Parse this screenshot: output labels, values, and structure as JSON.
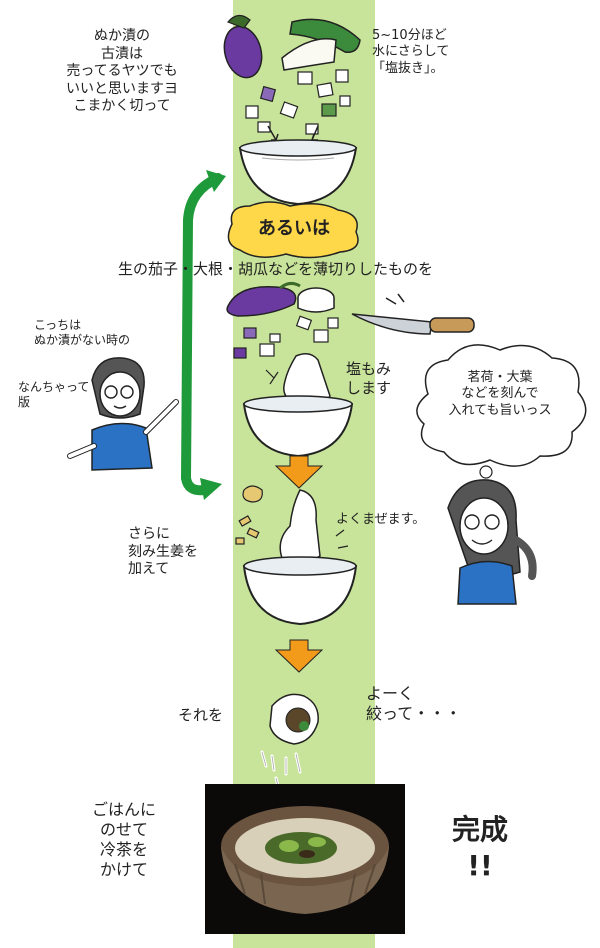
{
  "left_note_top": "ぬか漬の\n古漬は\n売ってるヤツでも\nいいと思いますヨ\nこまかく切って",
  "right_note_top": "5~10分ほど\n水にさらして\n「塩抜き」。",
  "arui_wa": "あるいは",
  "raw_veg_line": "生の茄子・大根・胡瓜などを薄切りしたものを",
  "left_note_mid": "こっちは\nぬか漬がない時の",
  "nanchatte": "なんちゃって\n版",
  "shiomomi": "塩もみ\nします",
  "cloud_text": "茗荷・大葉\nなどを刻んで\n入れても旨いっス",
  "yoku_mazemasu": "よくまぜます。",
  "sarani": "さらに\n刻み生姜を\n加えて",
  "sore_wo": "それを",
  "yoku_shibotte": "よーく\n絞って・・・",
  "gohan_note": "ごはんに\nのせて\n冷茶を\nかけて",
  "kansei": "完成\n!!",
  "colors": {
    "column_green": "#c8e49a",
    "arrow_green": "#1f9a3a",
    "arrow_orange": "#f29a1a",
    "label_yellow": "#ffd84a",
    "shirt_blue": "#2b72c4",
    "eggplant": "#6a3aa0",
    "cucumber": "#3c8a3c"
  }
}
